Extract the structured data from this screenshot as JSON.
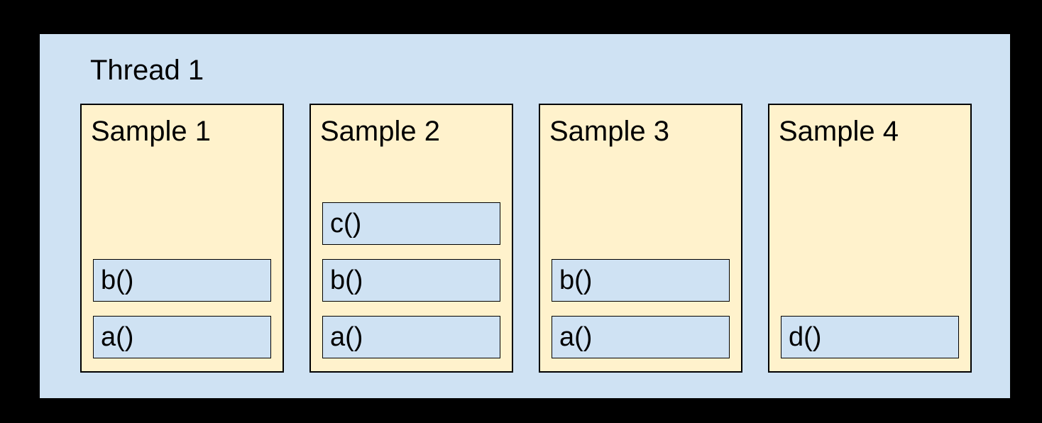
{
  "colors": {
    "canvas_background": "#000000",
    "thread_background": "#cfe2f3",
    "sample_background": "#fff2cc",
    "frame_background": "#cfe2f3",
    "border": "#000000",
    "text": "#000000"
  },
  "diagram": {
    "thread": {
      "label": "Thread 1",
      "samples": [
        {
          "label": "Sample 1",
          "frames_bottom_to_top": [
            "a()",
            "b()"
          ]
        },
        {
          "label": "Sample 2",
          "frames_bottom_to_top": [
            "a()",
            "b()",
            "c()"
          ]
        },
        {
          "label": "Sample 3",
          "frames_bottom_to_top": [
            "a()",
            "b()"
          ]
        },
        {
          "label": "Sample 4",
          "frames_bottom_to_top": [
            "d()"
          ]
        }
      ]
    }
  }
}
